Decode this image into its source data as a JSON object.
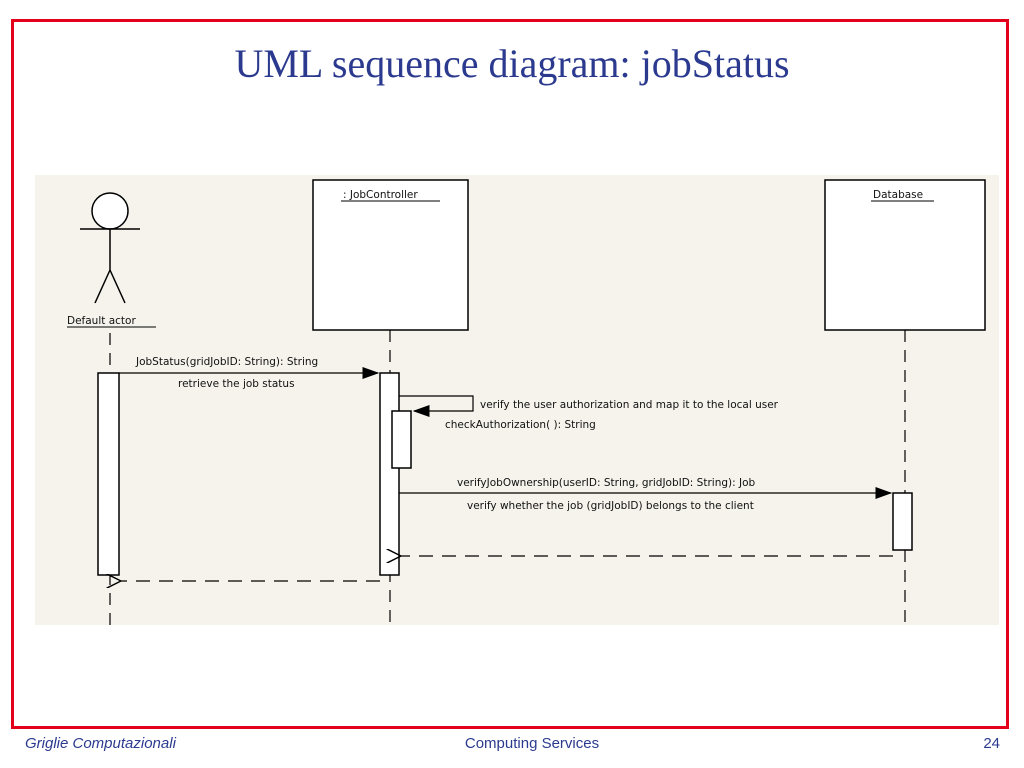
{
  "slide": {
    "title": "UML sequence diagram: jobStatus",
    "frame_color": "#e3001b",
    "title_color": "#2b3a8f"
  },
  "diagram": {
    "actor_label": "Default actor",
    "lifelines": {
      "controller": ": JobController",
      "database": "Database"
    },
    "messages": {
      "job_status": "JobStatus(gridJobID: String): String",
      "job_status_note": "retrieve the job status",
      "check_auth_note": "verify the user authorization and map it to the local user",
      "check_auth": "checkAuthorization( ): String",
      "verify_ownership": "verifyJobOwnership(userID: String, gridJobID: String): Job",
      "verify_ownership_note": "verify whether the job (gridJobID) belongs to the client"
    }
  },
  "footer": {
    "left": "Griglie Computazionali",
    "center": "Computing Services",
    "page": "24"
  }
}
